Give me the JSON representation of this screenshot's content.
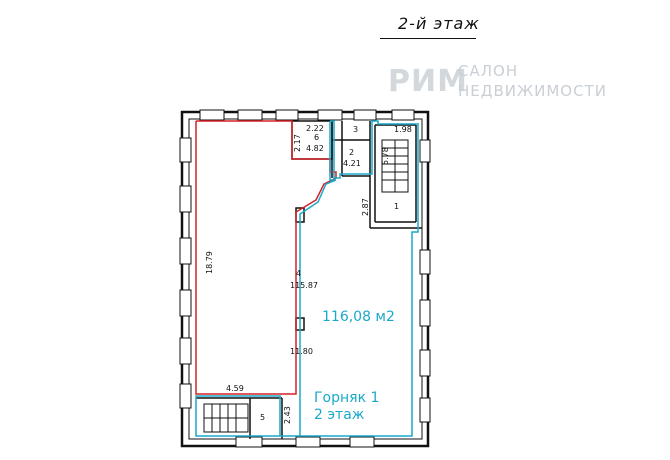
{
  "floor_title": "2-й этаж",
  "watermark": {
    "logo": "РИМ",
    "line1": "САЛОН",
    "line2": "НЕДВИЖИМОСТИ"
  },
  "rooms": {
    "room1": {
      "number": "1",
      "dim": "2.87"
    },
    "room2": {
      "number": "2",
      "area": "4.21"
    },
    "room3": {
      "number": "3"
    },
    "room4": {
      "number": "4",
      "area": "115.87"
    },
    "room5": {
      "number": "5",
      "dim": "2.43"
    },
    "room6": {
      "number": "6",
      "area": "4.82",
      "dim_w": "2.22",
      "dim_h": "2.17"
    }
  },
  "dimensions": {
    "left_height": "18.79",
    "stair_width": "1.98",
    "stair_height": "5.78",
    "bottom_width": "4.59",
    "inner": "11.80"
  },
  "highlight": {
    "area": "116,08 м2",
    "name_line1": "Горняк 1",
    "name_line2": "2 этаж"
  },
  "colors": {
    "wall": "#111111",
    "highlight_red": "#d42027",
    "highlight_cyan": "#1aa9c9"
  }
}
